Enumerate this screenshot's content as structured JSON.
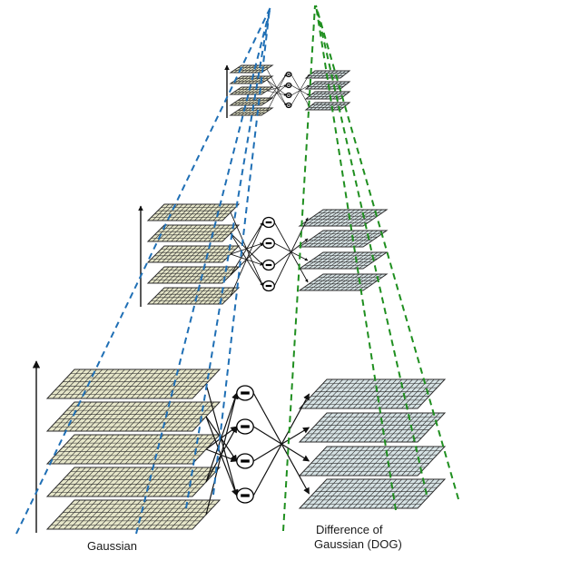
{
  "labels": {
    "gaussian": "Gaussian",
    "dog_line1": "Difference of",
    "dog_line2": "Gaussian (DOG)"
  },
  "colors": {
    "background": "#ffffff",
    "gaussian_fill": "#e6e6c9",
    "gaussian_grid": "#2b2b2b",
    "dog_fill": "#d6e2e4",
    "dog_grid": "#2b2b2b",
    "projection_blue": "#1f6fb5",
    "projection_green": "#1f8f1f",
    "subtract_symbol": "#000000",
    "arrow": "#111111"
  },
  "icons": {
    "subtract": "minus-circle-icon",
    "scale_axis": "up-arrow-icon"
  },
  "octaves": [
    {
      "name": "octave-1",
      "gaussian_levels": 5,
      "dog_levels": 4
    },
    {
      "name": "octave-2",
      "gaussian_levels": 5,
      "dog_levels": 4
    },
    {
      "name": "octave-3",
      "gaussian_levels": 5,
      "dog_levels": 4
    }
  ]
}
